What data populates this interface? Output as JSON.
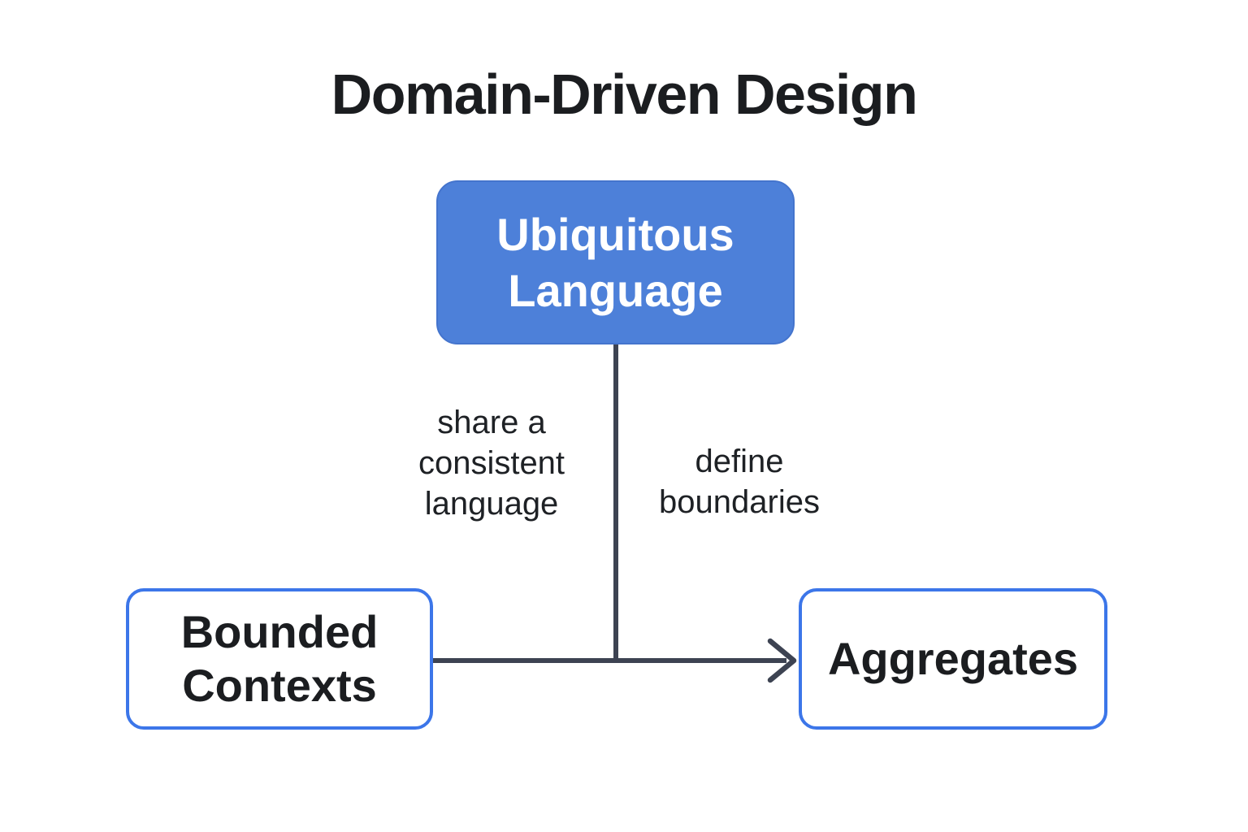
{
  "diagram": {
    "title": "Domain-Driven Design",
    "nodes": {
      "ubiquitous_language": {
        "label": "Ubiquitous\nLanguage"
      },
      "bounded_contexts": {
        "label": "Bounded\nContexts"
      },
      "aggregates": {
        "label": "Aggregates"
      }
    },
    "edges": {
      "ubiquitous_to_bounded_label": "share a\nconsistent\nlanguage",
      "ubiquitous_to_aggregates_label": "define\nboundaries"
    },
    "colors": {
      "node_fill_blue": "#4d80d9",
      "node_border_blue": "#3c76e9",
      "connector": "#3d4352",
      "text_dark": "#1b1d20",
      "text_white": "#ffffff",
      "background": "#ffffff"
    }
  }
}
